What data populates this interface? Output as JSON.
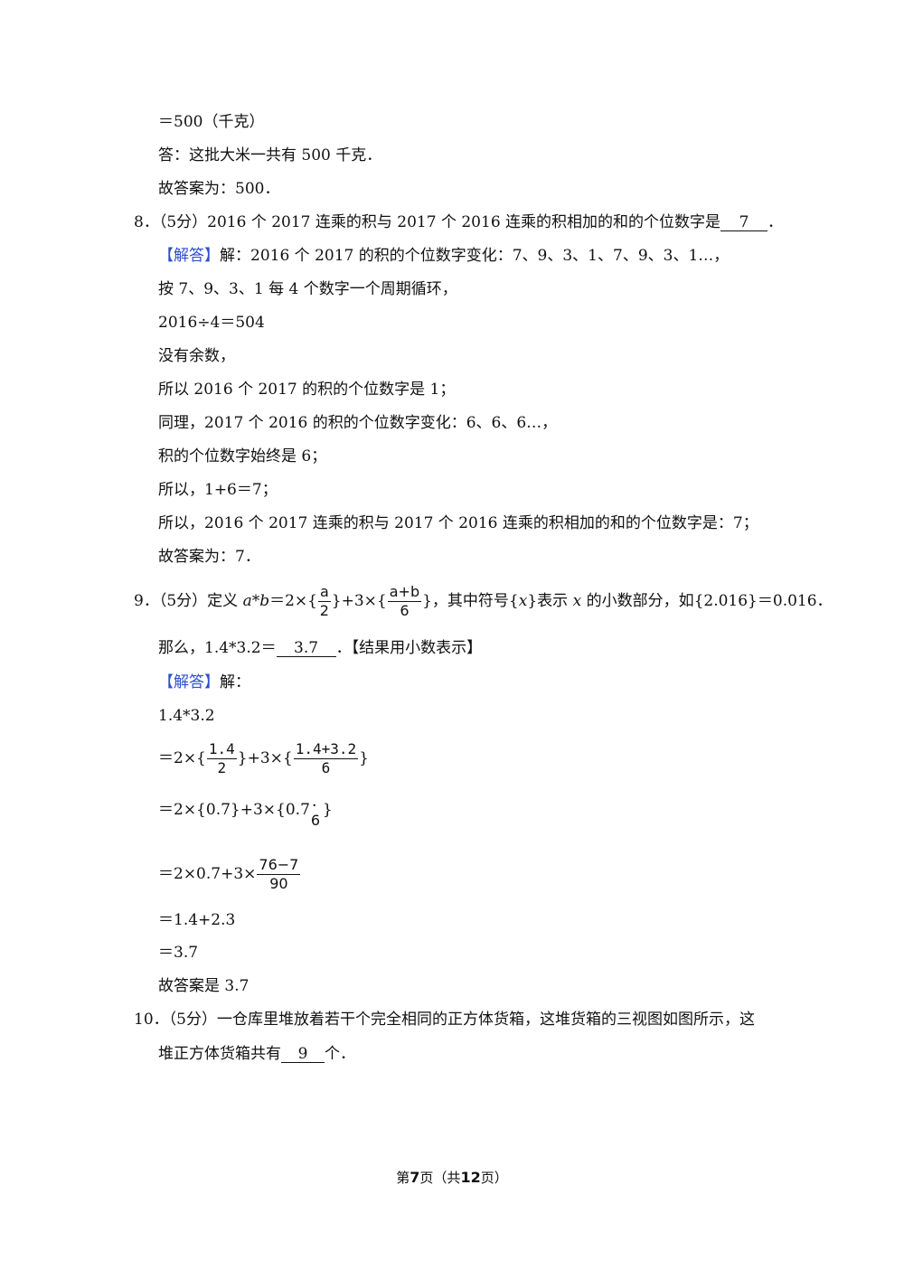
{
  "prev_solution": {
    "line1": "＝500（千克）",
    "line2": "答：这批大米一共有  500 千克．",
    "line3": "故答案为：500．"
  },
  "q8": {
    "number": "8．",
    "score": "（5分）",
    "text": "2016 个 2017 连乘的积与 2017 个 2016 连乘的积相加的和的个位数字是",
    "answer": "7",
    "end": "．",
    "tag": "【解答】",
    "sol_start": "解：2016 个 2017 的积的个位数字变化：7、9、3、1、7、9、3、1…，",
    "lines": [
      "按 7、9、3、1 每 4 个数字一个周期循环，",
      "2016÷4＝504",
      "没有余数，",
      "所以 2016 个 2017 的积的个位数字是 1；",
      "同理，2017 个 2016 的积的个位数字变化：6、6、6…，",
      "积的个位数字始终是 6；",
      "所以，1+6＝7；",
      "所以，2016 个 2017 连乘的积与 2017 个 2016 连乘的积相加的和的个位数字是：7；",
      "故答案为：7．"
    ]
  },
  "q9": {
    "number": "9．",
    "score": "（5分）",
    "def_pre": "定义 ",
    "a": "a",
    "star": "*",
    "b": "b",
    "def_eq": "＝2×{",
    "f1_num": "a",
    "f1_den": "2",
    "mid": "}+3×{",
    "f2_num": "a+b",
    "f2_den": "6",
    "def_post": "}，其中符号{",
    "x1": "x",
    "def_post2": "}表示 ",
    "x2": "x",
    "def_post3": " 的小数部分，如{2.016}＝0.016．",
    "line2_pre": "那么，1.4*3.2＝",
    "answer": "3.7",
    "line2_post": "．【结果用小数表示】",
    "tag": "【解答】",
    "sol_start": "解：",
    "s1": "1.4*3.2",
    "s2_pre": "＝2×{",
    "s2_f1_num": "1.4",
    "s2_f1_den": "2",
    "s2_mid": "}+3×{",
    "s2_f2_num": "1.4+3.2",
    "s2_f2_den": "6",
    "s2_post": "}",
    "s3_pre": "＝2×{0.7}+3×{0.7",
    "s3_rep": "6",
    "s3_post": "}",
    "s4_pre": "＝2×0.7+3×",
    "s4_num": "76−7",
    "s4_den": "90",
    "s5": "＝1.4+2.3",
    "s6": "＝3.7",
    "s7": "故答案是 3.7"
  },
  "q10": {
    "number": "10．",
    "score": "（5分）",
    "text": "一仓库里堆放着若干个完全相同的正方体货箱，这堆货箱的三视图如图所示，这",
    "line2_pre": "堆正方体货箱共有",
    "answer": "9",
    "line2_post": "个．"
  },
  "footer": {
    "pre": "第",
    "page": "7",
    "mid": "页（共",
    "total": "12",
    "post": "页）"
  }
}
